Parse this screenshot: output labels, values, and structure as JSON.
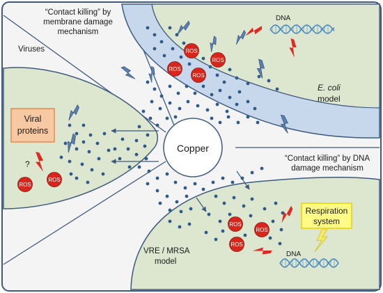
{
  "labels": {
    "contact_membrane": [
      "“Contact killing” by",
      "membrane damage",
      "mechanism"
    ],
    "contact_dna": [
      "“Contact killing” by DNA",
      "damage mechanism"
    ],
    "viruses": "Viruses",
    "viral_proteins": [
      "Viral",
      "proteins"
    ],
    "question": "?",
    "copper": "Copper",
    "ecoli_italic": "E. coli",
    "ecoli_model": "model",
    "dna_top": "DNA",
    "dna_bottom": "DNA",
    "vre": [
      "VRE / MRSA",
      "model"
    ],
    "respiration": [
      "Respiration",
      "system"
    ],
    "ros": "ROS"
  },
  "colors": {
    "frame": "#3c5a80",
    "panel_bg": "#f4f4f4",
    "cell_green": "#dde6cf",
    "ecoli_blue": "#c8d8ec",
    "dot": "#2e5b8c",
    "ros_red": "#d9261c",
    "bolt_blue": "#5b7fb0",
    "bolt_red": "#e0281e",
    "bolt_yellow": "#f3e96a",
    "viral_box": "#f6c9a3",
    "viral_box_border": "#e58a52",
    "resp_box": "#fffb84",
    "resp_box_border": "#e9d200",
    "dna": "#4a8cc4"
  }
}
